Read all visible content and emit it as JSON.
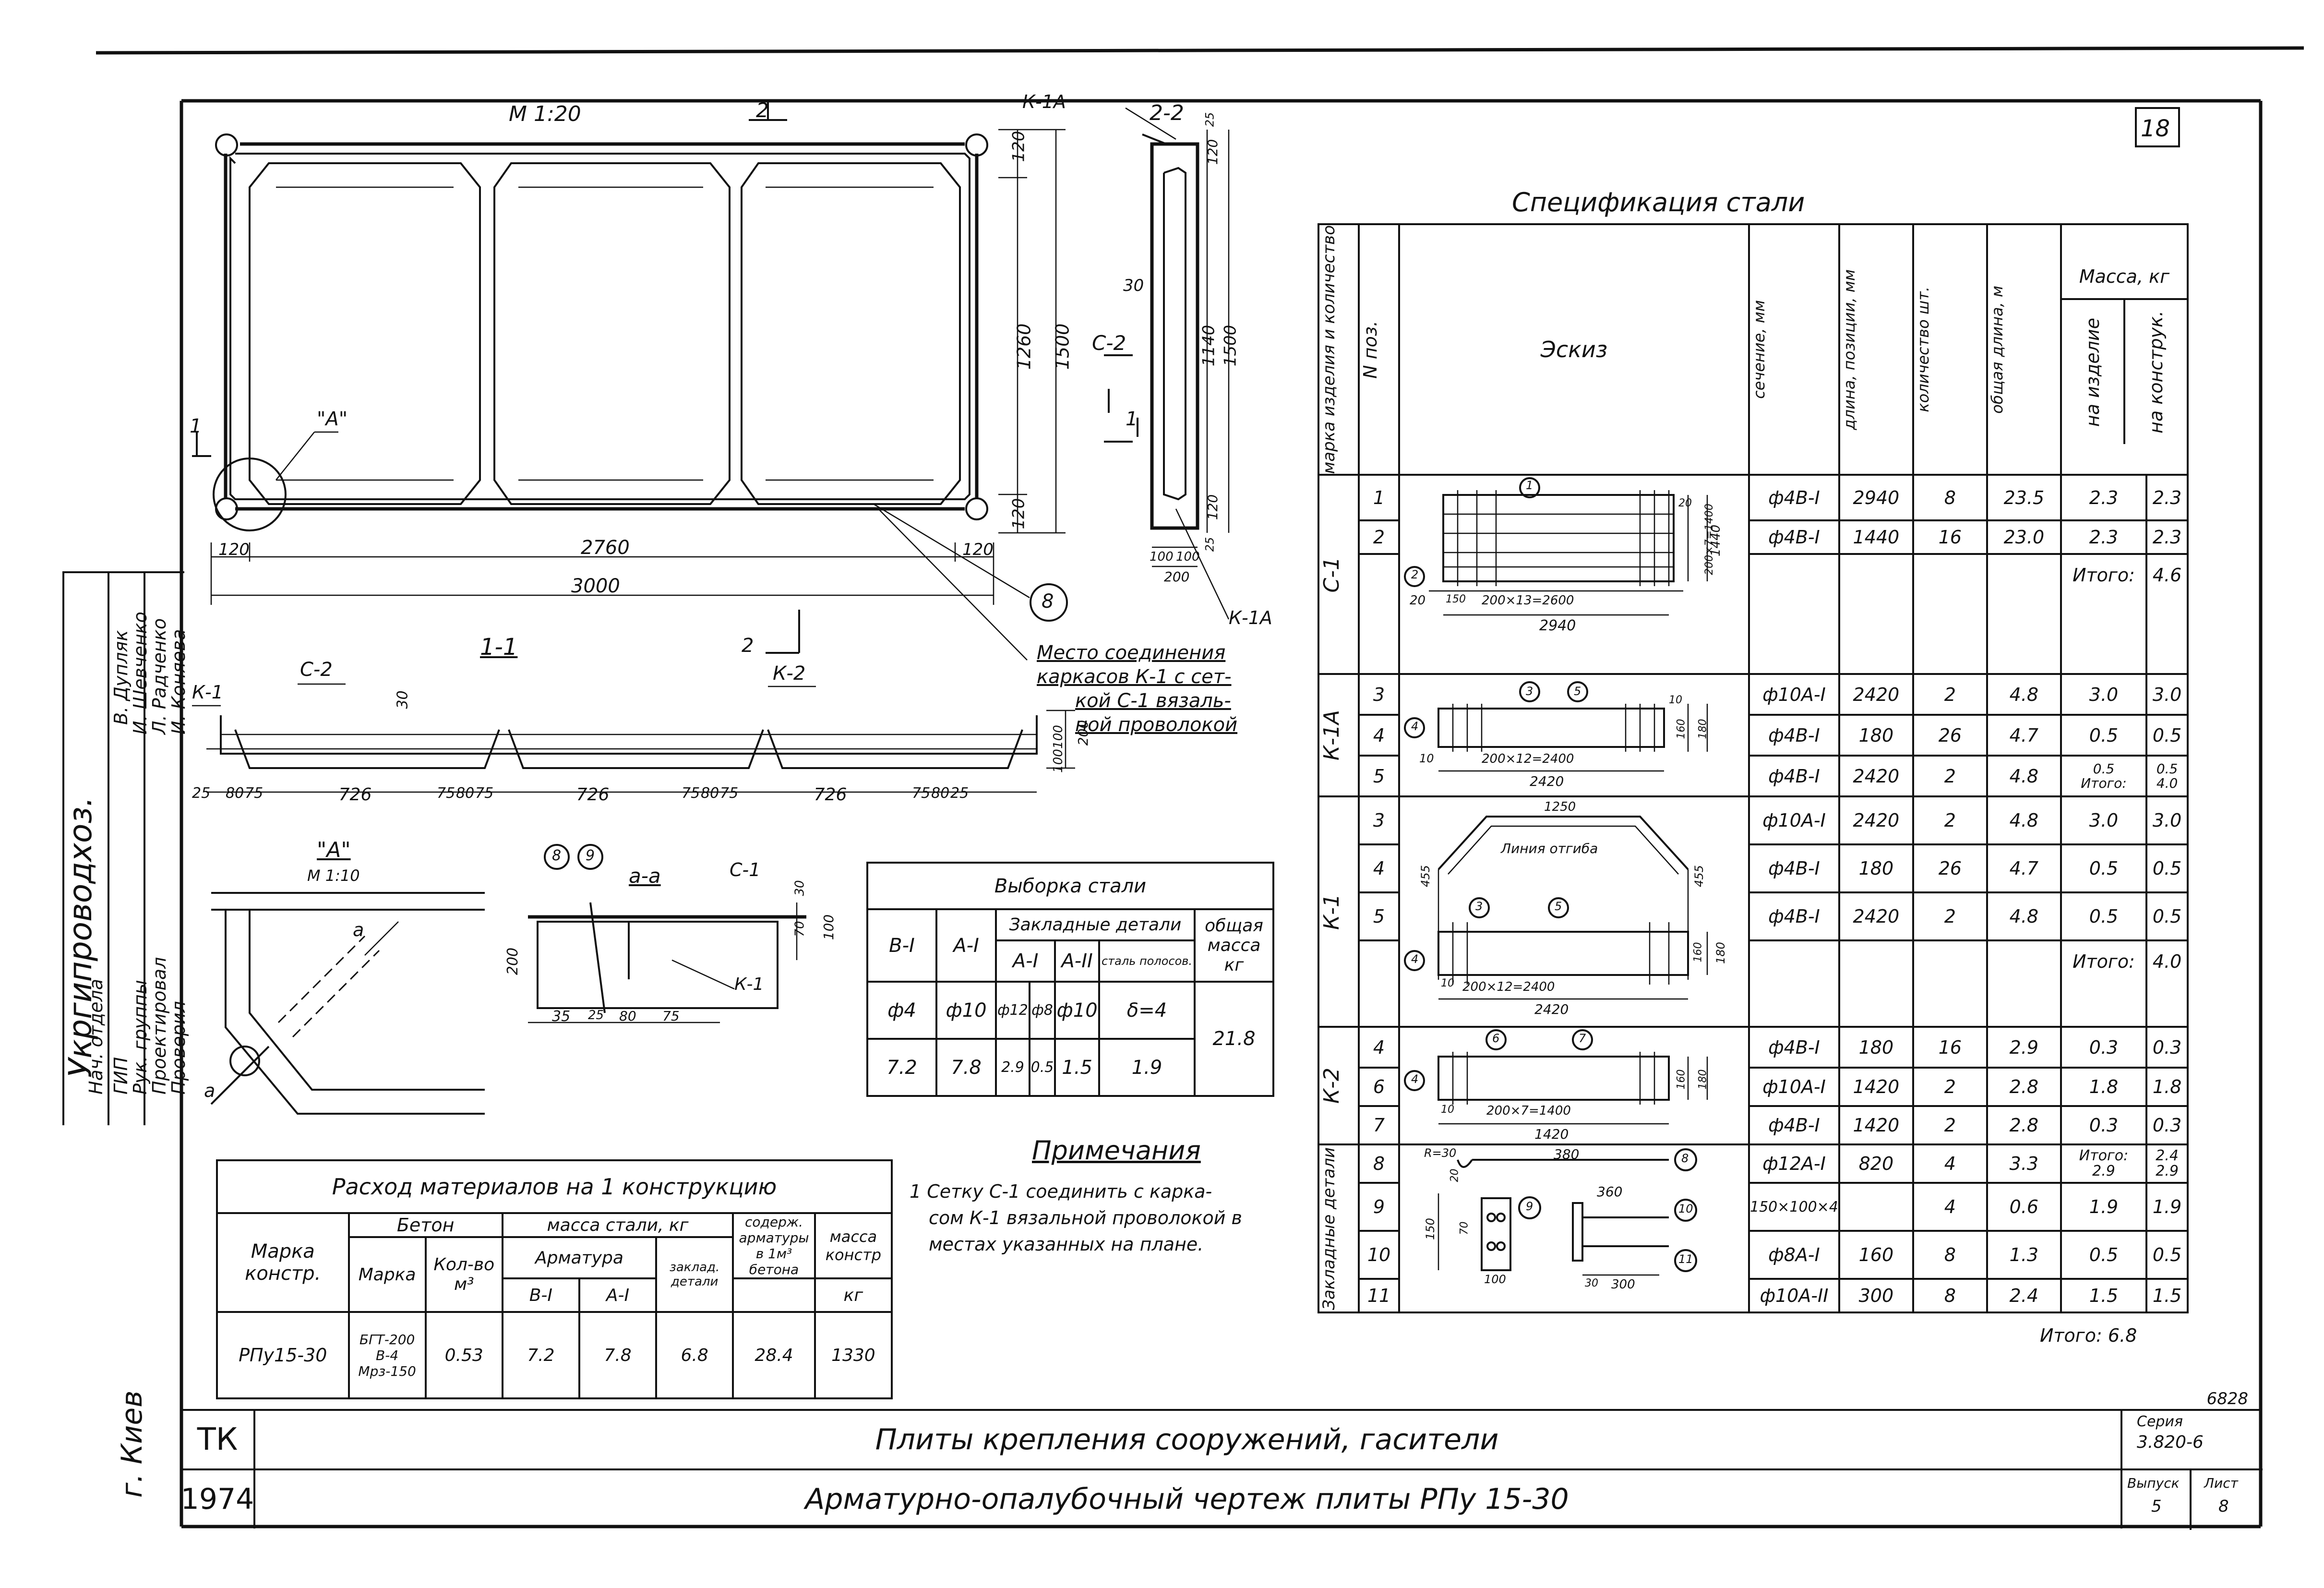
{
  "sheet_number": "18",
  "plan": {
    "scale": "М 1:20",
    "section_mark": "2",
    "dims": {
      "top_120": "120",
      "height_1260": "1260",
      "height_1500": "1500",
      "bottom_120": "120",
      "left_120": "120",
      "inner_2760": "2760",
      "right_120": "120",
      "total_3000": "3000"
    },
    "callout_a": "\"А\"",
    "section1_mark": "1",
    "callout_8": "8"
  },
  "section22": {
    "title": "2-2",
    "k1a_top": "К-1А",
    "k1a_bottom": "К-1А",
    "c2": "С-2",
    "mark1": "1",
    "d30": "30",
    "d1140": "1140",
    "d1500": "1500",
    "d25a": "25",
    "d120a": "120",
    "d25b": "25",
    "d120b": "120",
    "d100a": "100",
    "d100b": "100",
    "d200": "200"
  },
  "connection_note": [
    "Место соединения",
    "каркасов К-1 с сет-",
    "кой С-1 вязаль-",
    "ной проволокой"
  ],
  "section11": {
    "title": "1-1",
    "k1": "К-1",
    "c2": "С-2",
    "k2": "К-2",
    "mark2": "2",
    "d30": "30",
    "d200": "200",
    "d100": "100",
    "d100b": "100",
    "spans": [
      "25",
      "80",
      "75",
      "726",
      "75",
      "80",
      "75",
      "726",
      "75",
      "80",
      "75",
      "726",
      "75",
      "80",
      "25"
    ]
  },
  "detail_a": {
    "title": "\"А\"",
    "scale": "М 1:10",
    "a1": "а",
    "a2": "а"
  },
  "section_aa": {
    "title": "а-а",
    "c1": "С-1",
    "k1": "К-1",
    "m8": "8",
    "m9": "9",
    "d200": "200",
    "d100": "100",
    "d70": "70",
    "d30": "30",
    "d35": "35",
    "d25": "25",
    "d80": "80",
    "d75": "75"
  },
  "steel_sample": {
    "title": "Выборка стали",
    "col_bi": "В-I",
    "col_ai": "А-I",
    "col_embedded": "Закладные детали",
    "col_ai2": "А-I",
    "col_aii": "А-II",
    "col_strip": "сталь полосов.",
    "col_total": "общая масса кг",
    "row_dia": [
      "ф4",
      "ф10",
      "ф12",
      "ф8",
      "ф10",
      "δ=4"
    ],
    "row_mass": [
      "7.2",
      "7.8",
      "2.9",
      "0.5",
      "1.5",
      "1.9"
    ],
    "total_mass": "21.8"
  },
  "notes": {
    "title": "Примечания",
    "items": [
      "1 Сетку С-1 соединить с карка-",
      "сом К-1 вязальной проволокой в",
      "местах указанных на плане."
    ]
  },
  "materials": {
    "title": "Расход материалов на 1 конструкцию",
    "h_mark": "Марка констр.",
    "h_concrete": "Бетон",
    "h_steel_mass": "масса стали, кг",
    "h_rebar": "Арматура",
    "h_content": "содерж. арматуры в 1м³ бетона",
    "h_mass": "масса констр",
    "h_cmark": "Марка",
    "h_qty": "Кол-во м³",
    "h_bi": "В-I",
    "h_ai": "А-I",
    "h_emb": "заклад. детали",
    "h_kg": "кг",
    "row": {
      "mark": "РПу15-30",
      "cmark": "БГТ-200 В-4 Мрз-150",
      "qty": "0.53",
      "bi": "7.2",
      "ai": "7.8",
      "emb": "6.8",
      "content": "28.4",
      "mass": "1330"
    }
  },
  "spec": {
    "title": "Спецификация стали",
    "h_mark": "марка изделия и количество",
    "h_pos": "N поз.",
    "h_sketch": "Эскиз",
    "h_section": "сечение, мм",
    "h_length": "длина, позиции, мм",
    "h_qty": "количество шт.",
    "h_total": "общая длина, м",
    "h_mass": "Масса, кг",
    "h_per_item": "на изделие",
    "h_per_constr": "на конструк.",
    "groups": [
      {
        "mark": "С-1",
        "rows": [
          {
            "pos": "1",
            "sec": "ф4В-I",
            "len": "2940",
            "qty": "8",
            "tot": "23.5",
            "m1": "2.3",
            "m2": "2.3"
          },
          {
            "pos": "2",
            "sec": "ф4В-I",
            "len": "1440",
            "qty": "16",
            "tot": "23.0",
            "m1": "2.3",
            "m2": "2.3"
          },
          {
            "pos": "",
            "sec": "",
            "len": "",
            "qty": "",
            "tot": "",
            "m1": "Итого:",
            "m2": "4.6"
          }
        ],
        "sketch": {
          "d1": "1",
          "d2": "2",
          "a": "200×13=2600",
          "b": "2940",
          "c": "200×7=1400",
          "d": "1440",
          "e": "20",
          "f": "150",
          "g": "20"
        }
      },
      {
        "mark": "К-1А",
        "rows": [
          {
            "pos": "3",
            "sec": "ф10А-I",
            "len": "2420",
            "qty": "2",
            "tot": "4.8",
            "m1": "3.0",
            "m2": "3.0"
          },
          {
            "pos": "4",
            "sec": "ф4В-I",
            "len": "180",
            "qty": "26",
            "tot": "4.7",
            "m1": "0.5",
            "m2": "0.5"
          },
          {
            "pos": "5",
            "sec": "ф4В-I",
            "len": "2420",
            "qty": "2",
            "tot": "4.8",
            "m1": "0.5",
            "m2": "0.5"
          }
        ],
        "total_label": "Итого:",
        "total": "4.0",
        "sketch": {
          "d3": "3",
          "d4": "4",
          "d5": "5",
          "a": "200×12=2400",
          "b": "2420",
          "c": "10",
          "d": "160",
          "e": "180",
          "f": "10"
        }
      },
      {
        "mark": "К-1",
        "rows": [
          {
            "pos": "3",
            "sec": "ф10А-I",
            "len": "2420",
            "qty": "2",
            "tot": "4.8",
            "m1": "3.0",
            "m2": "3.0"
          },
          {
            "pos": "4",
            "sec": "ф4В-I",
            "len": "180",
            "qty": "26",
            "tot": "4.7",
            "m1": "0.5",
            "m2": "0.5"
          },
          {
            "pos": "5",
            "sec": "ф4В-I",
            "len": "2420",
            "qty": "2",
            "tot": "4.8",
            "m1": "0.5",
            "m2": "0.5"
          },
          {
            "pos": "",
            "sec": "",
            "len": "",
            "qty": "",
            "tot": "",
            "m1": "Итого:",
            "m2": "4.0"
          }
        ],
        "sketch": {
          "bend": "Линия отгиба",
          "top": "1250",
          "a": "200×12=2400",
          "b": "2420",
          "c": "455",
          "d": "455",
          "e": "160",
          "f": "180",
          "d3": "3",
          "d5": "5",
          "d4": "4",
          "g": "10"
        }
      },
      {
        "mark": "К-2",
        "rows": [
          {
            "pos": "4",
            "sec": "ф4В-I",
            "len": "180",
            "qty": "16",
            "tot": "2.9",
            "m1": "0.3",
            "m2": "0.3"
          },
          {
            "pos": "6",
            "sec": "ф10А-I",
            "len": "1420",
            "qty": "2",
            "tot": "2.8",
            "m1": "1.8",
            "m2": "1.8"
          },
          {
            "pos": "7",
            "sec": "ф4В-I",
            "len": "1420",
            "qty": "2",
            "tot": "2.8",
            "m1": "0.3",
            "m2": "0.3"
          }
        ],
        "total_label": "Итого:",
        "total_m1": "2.4",
        "total_m2": "2.4",
        "sketch": {
          "d6": "6",
          "d7": "7",
          "d4": "4",
          "a": "200×7=1400",
          "b": "1420",
          "c": "160",
          "d": "180",
          "e": "10"
        }
      },
      {
        "mark": "Закладные детали",
        "rows": [
          {
            "pos": "8",
            "sec": "ф12А-I",
            "len": "820",
            "qty": "4",
            "tot": "3.3",
            "m1": "2.9",
            "m2": "2.9"
          },
          {
            "pos": "9",
            "sec": "150×100×4",
            "len": "",
            "qty": "4",
            "tot": "0.6",
            "m1": "1.9",
            "m2": "1.9"
          },
          {
            "pos": "10",
            "sec": "ф8А-I",
            "len": "160",
            "qty": "8",
            "tot": "1.3",
            "m1": "0.5",
            "m2": "0.5"
          },
          {
            "pos": "11",
            "sec": "ф10А-II",
            "len": "300",
            "qty": "8",
            "tot": "2.4",
            "m1": "1.5",
            "m2": "1.5"
          }
        ],
        "sketch": {
          "r30": "R=30",
          "l380": "380",
          "l360": "360",
          "d8": "8",
          "d9": "9",
          "d10": "10",
          "d11": "11",
          "l150": "150",
          "l100": "100",
          "l300": "300",
          "l30": "30",
          "l20": "20",
          "l70": "70"
        }
      }
    ],
    "grand_total": "Итого: 6.8"
  },
  "stamp_left": {
    "org": "Укргипроводхоз.",
    "city": "г. Киев",
    "roles": [
      "Нач. отдела",
      "ГИП",
      "Рук. группы",
      "Проектировал",
      "Проверил"
    ],
    "names": [
      "",
      "В. Дупляк",
      "И. Шевченко",
      "Л. Радченко",
      "И. Коняева"
    ]
  },
  "title_block": {
    "tk": "ТК",
    "year": "1974",
    "title1": "Плиты крепления сооружений, гасители",
    "title2": "Арматурно-опалубочный чертеж плиты РПу 15-30",
    "code": "6828",
    "series_label": "Серия",
    "series": "3.820-6",
    "issue_label": "Выпуск",
    "issue": "5",
    "sheet_label": "Лист",
    "sheet": "8"
  }
}
